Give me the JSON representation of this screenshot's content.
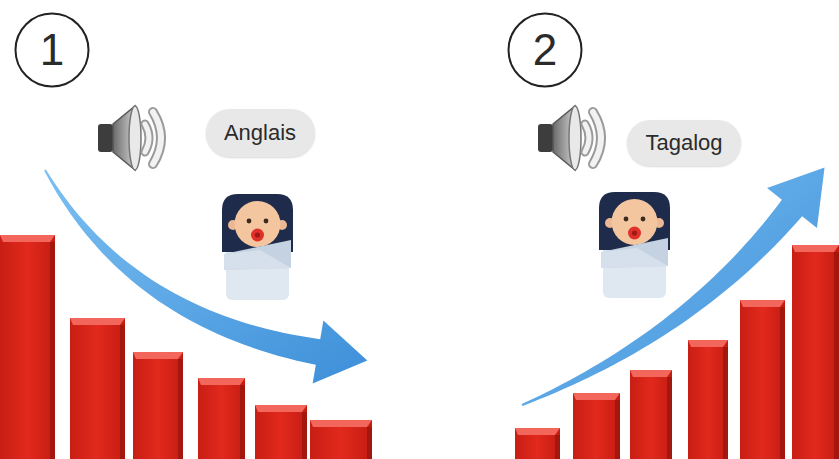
{
  "diagram": {
    "nodes": [
      {
        "text": [
          "1"
        ]
      },
      {
        "text": [
          "Anglais"
        ]
      },
      {
        "text": [
          "2"
        ]
      },
      {
        "text": [
          "Tagalog"
        ]
      }
    ]
  }
}
